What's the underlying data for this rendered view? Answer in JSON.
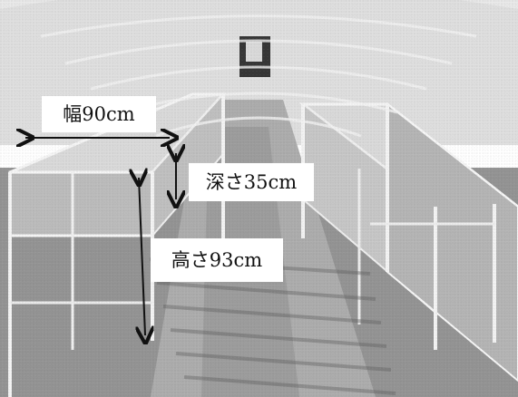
{
  "photo": {
    "scene": "greenhouse-raised-bed-frames",
    "colors": {
      "sky": "#e9e9e9",
      "ground": "#8f8f8f",
      "frame": "#f2f2f2",
      "shadow": "#585858"
    }
  },
  "labels": {
    "width": "幅90cm",
    "depth": "深さ35cm",
    "height": "高さ93cm"
  },
  "arrows": [
    {
      "name": "width-arrow",
      "type": "horizontal-double"
    },
    {
      "name": "depth-arrow",
      "type": "vertical-double"
    },
    {
      "name": "height-arrow",
      "type": "vertical-double"
    }
  ]
}
